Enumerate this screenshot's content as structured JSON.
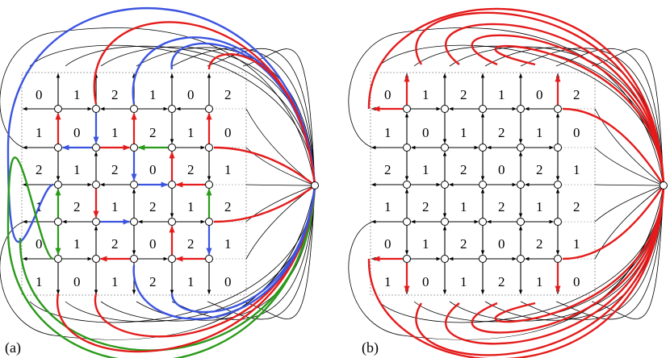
{
  "panels": [
    {
      "id": "a",
      "label": "(a)",
      "grid_labels": [
        [
          "0",
          "1",
          "2",
          "1",
          "0",
          "2"
        ],
        [
          "1",
          "0",
          "1",
          "2",
          "1",
          "0"
        ],
        [
          "2",
          "1",
          "2",
          "0",
          "2",
          "1"
        ],
        [
          "1",
          "2",
          "1",
          "2",
          "1",
          "2"
        ],
        [
          "0",
          "1",
          "2",
          "0",
          "2",
          "1"
        ],
        [
          "1",
          "0",
          "1",
          "2",
          "1",
          "0"
        ]
      ]
    },
    {
      "id": "b",
      "label": "(b)",
      "grid_labels": [
        [
          "0",
          "1",
          "2",
          "1",
          "0",
          "2"
        ],
        [
          "1",
          "0",
          "1",
          "2",
          "1",
          "0"
        ],
        [
          "2",
          "1",
          "2",
          "0",
          "2",
          "1"
        ],
        [
          "1",
          "2",
          "1",
          "2",
          "1",
          "2"
        ],
        [
          "0",
          "1",
          "2",
          "0",
          "2",
          "1"
        ],
        [
          "1",
          "0",
          "1",
          "2",
          "1",
          "0"
        ]
      ]
    }
  ],
  "colors": {
    "red": "#e41b1b",
    "blue": "#3b54e0",
    "green": "#2a9a1a",
    "black": "#000000",
    "dotted": "#888888"
  }
}
